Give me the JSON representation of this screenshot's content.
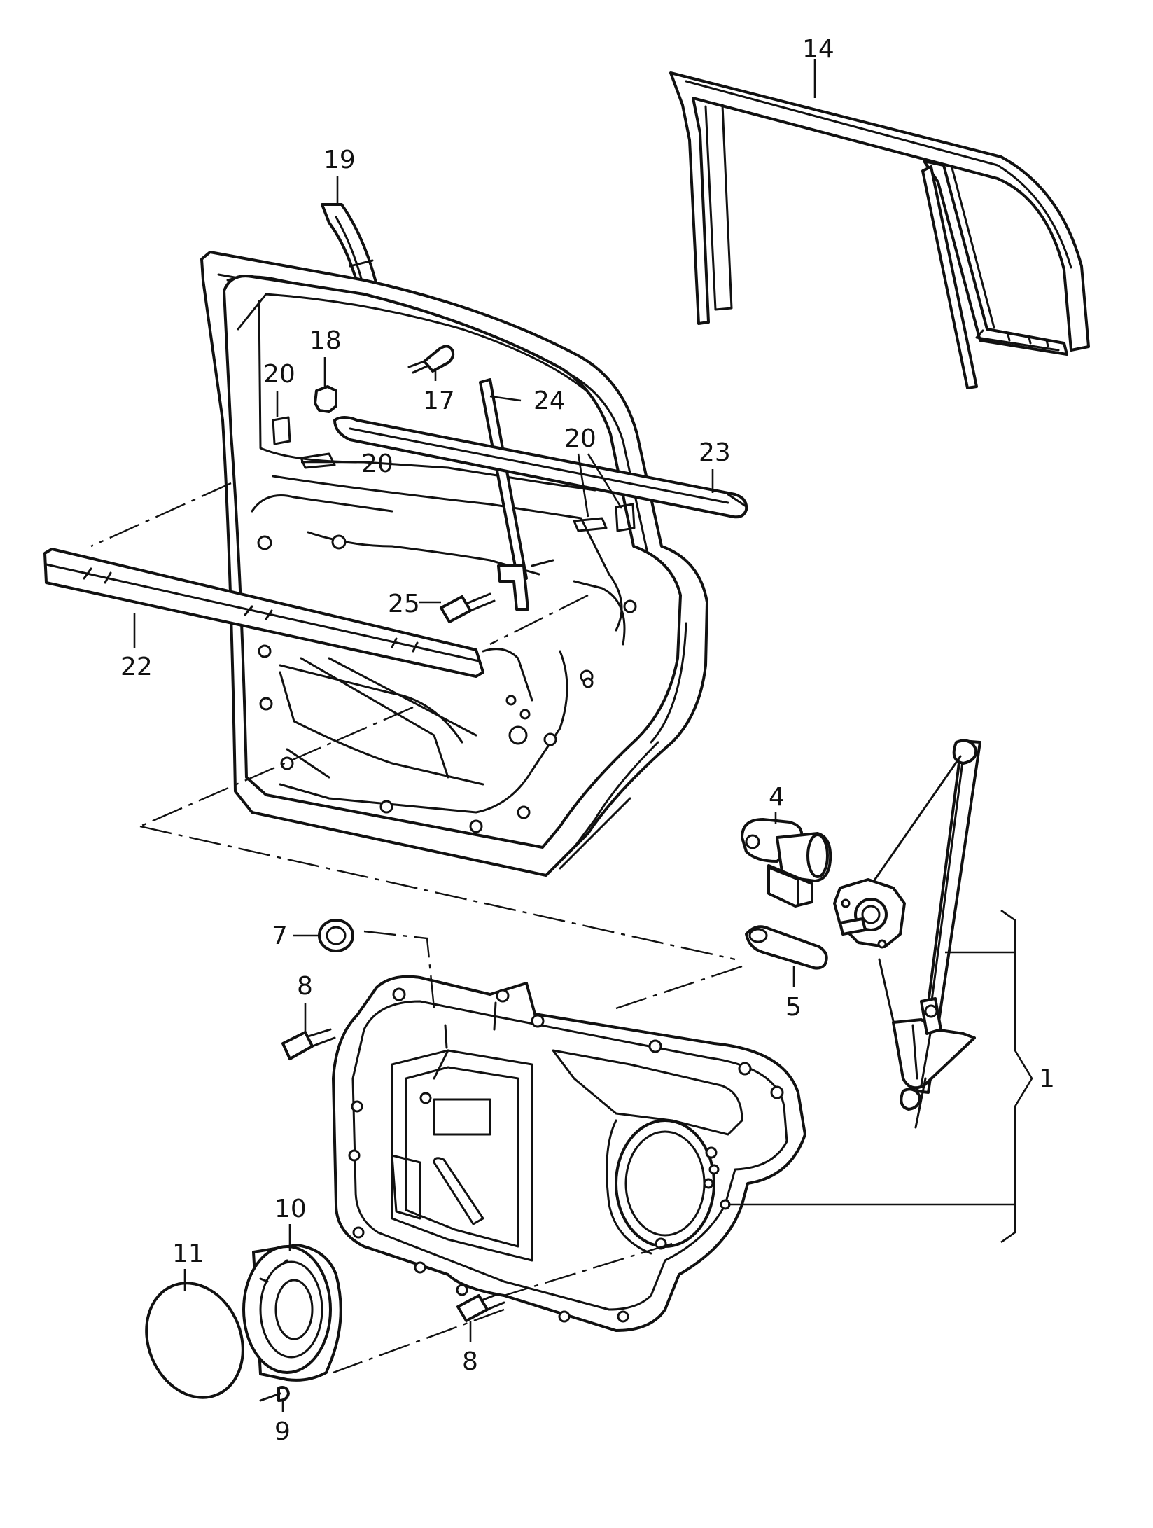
{
  "diagram": {
    "callouts": [
      "14",
      "19",
      "18",
      "20",
      "17",
      "24",
      "20",
      "20",
      "23",
      "25",
      "22",
      "4",
      "7",
      "8",
      "5",
      "1",
      "10",
      "11",
      "8",
      "9"
    ]
  }
}
